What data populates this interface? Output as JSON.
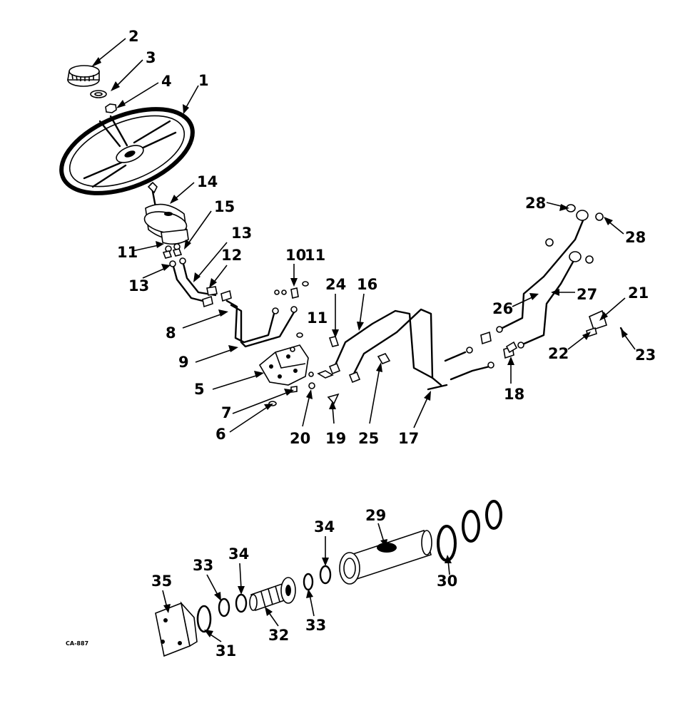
{
  "figure_code": "CA-887",
  "callouts": {
    "c1": "1",
    "c2": "2",
    "c3": "3",
    "c4": "4",
    "c5": "5",
    "c6": "6",
    "c7": "7",
    "c8": "8",
    "c9": "9",
    "c10": "10",
    "c11a": "11",
    "c11b": "11",
    "c11c": "11",
    "c12": "12",
    "c13a": "13",
    "c13b": "13",
    "c14": "14",
    "c15": "15",
    "c16": "16",
    "c17": "17",
    "c18": "18",
    "c19": "19",
    "c20": "20",
    "c21": "21",
    "c22": "22",
    "c23": "23",
    "c24": "24",
    "c25": "25",
    "c26": "26",
    "c27": "27",
    "c28a": "28",
    "c28b": "28",
    "c29": "29",
    "c30": "30",
    "c31": "31",
    "c32": "32",
    "c33a": "33",
    "c33b": "33",
    "c34a": "34",
    "c34b": "34",
    "c35": "35"
  }
}
